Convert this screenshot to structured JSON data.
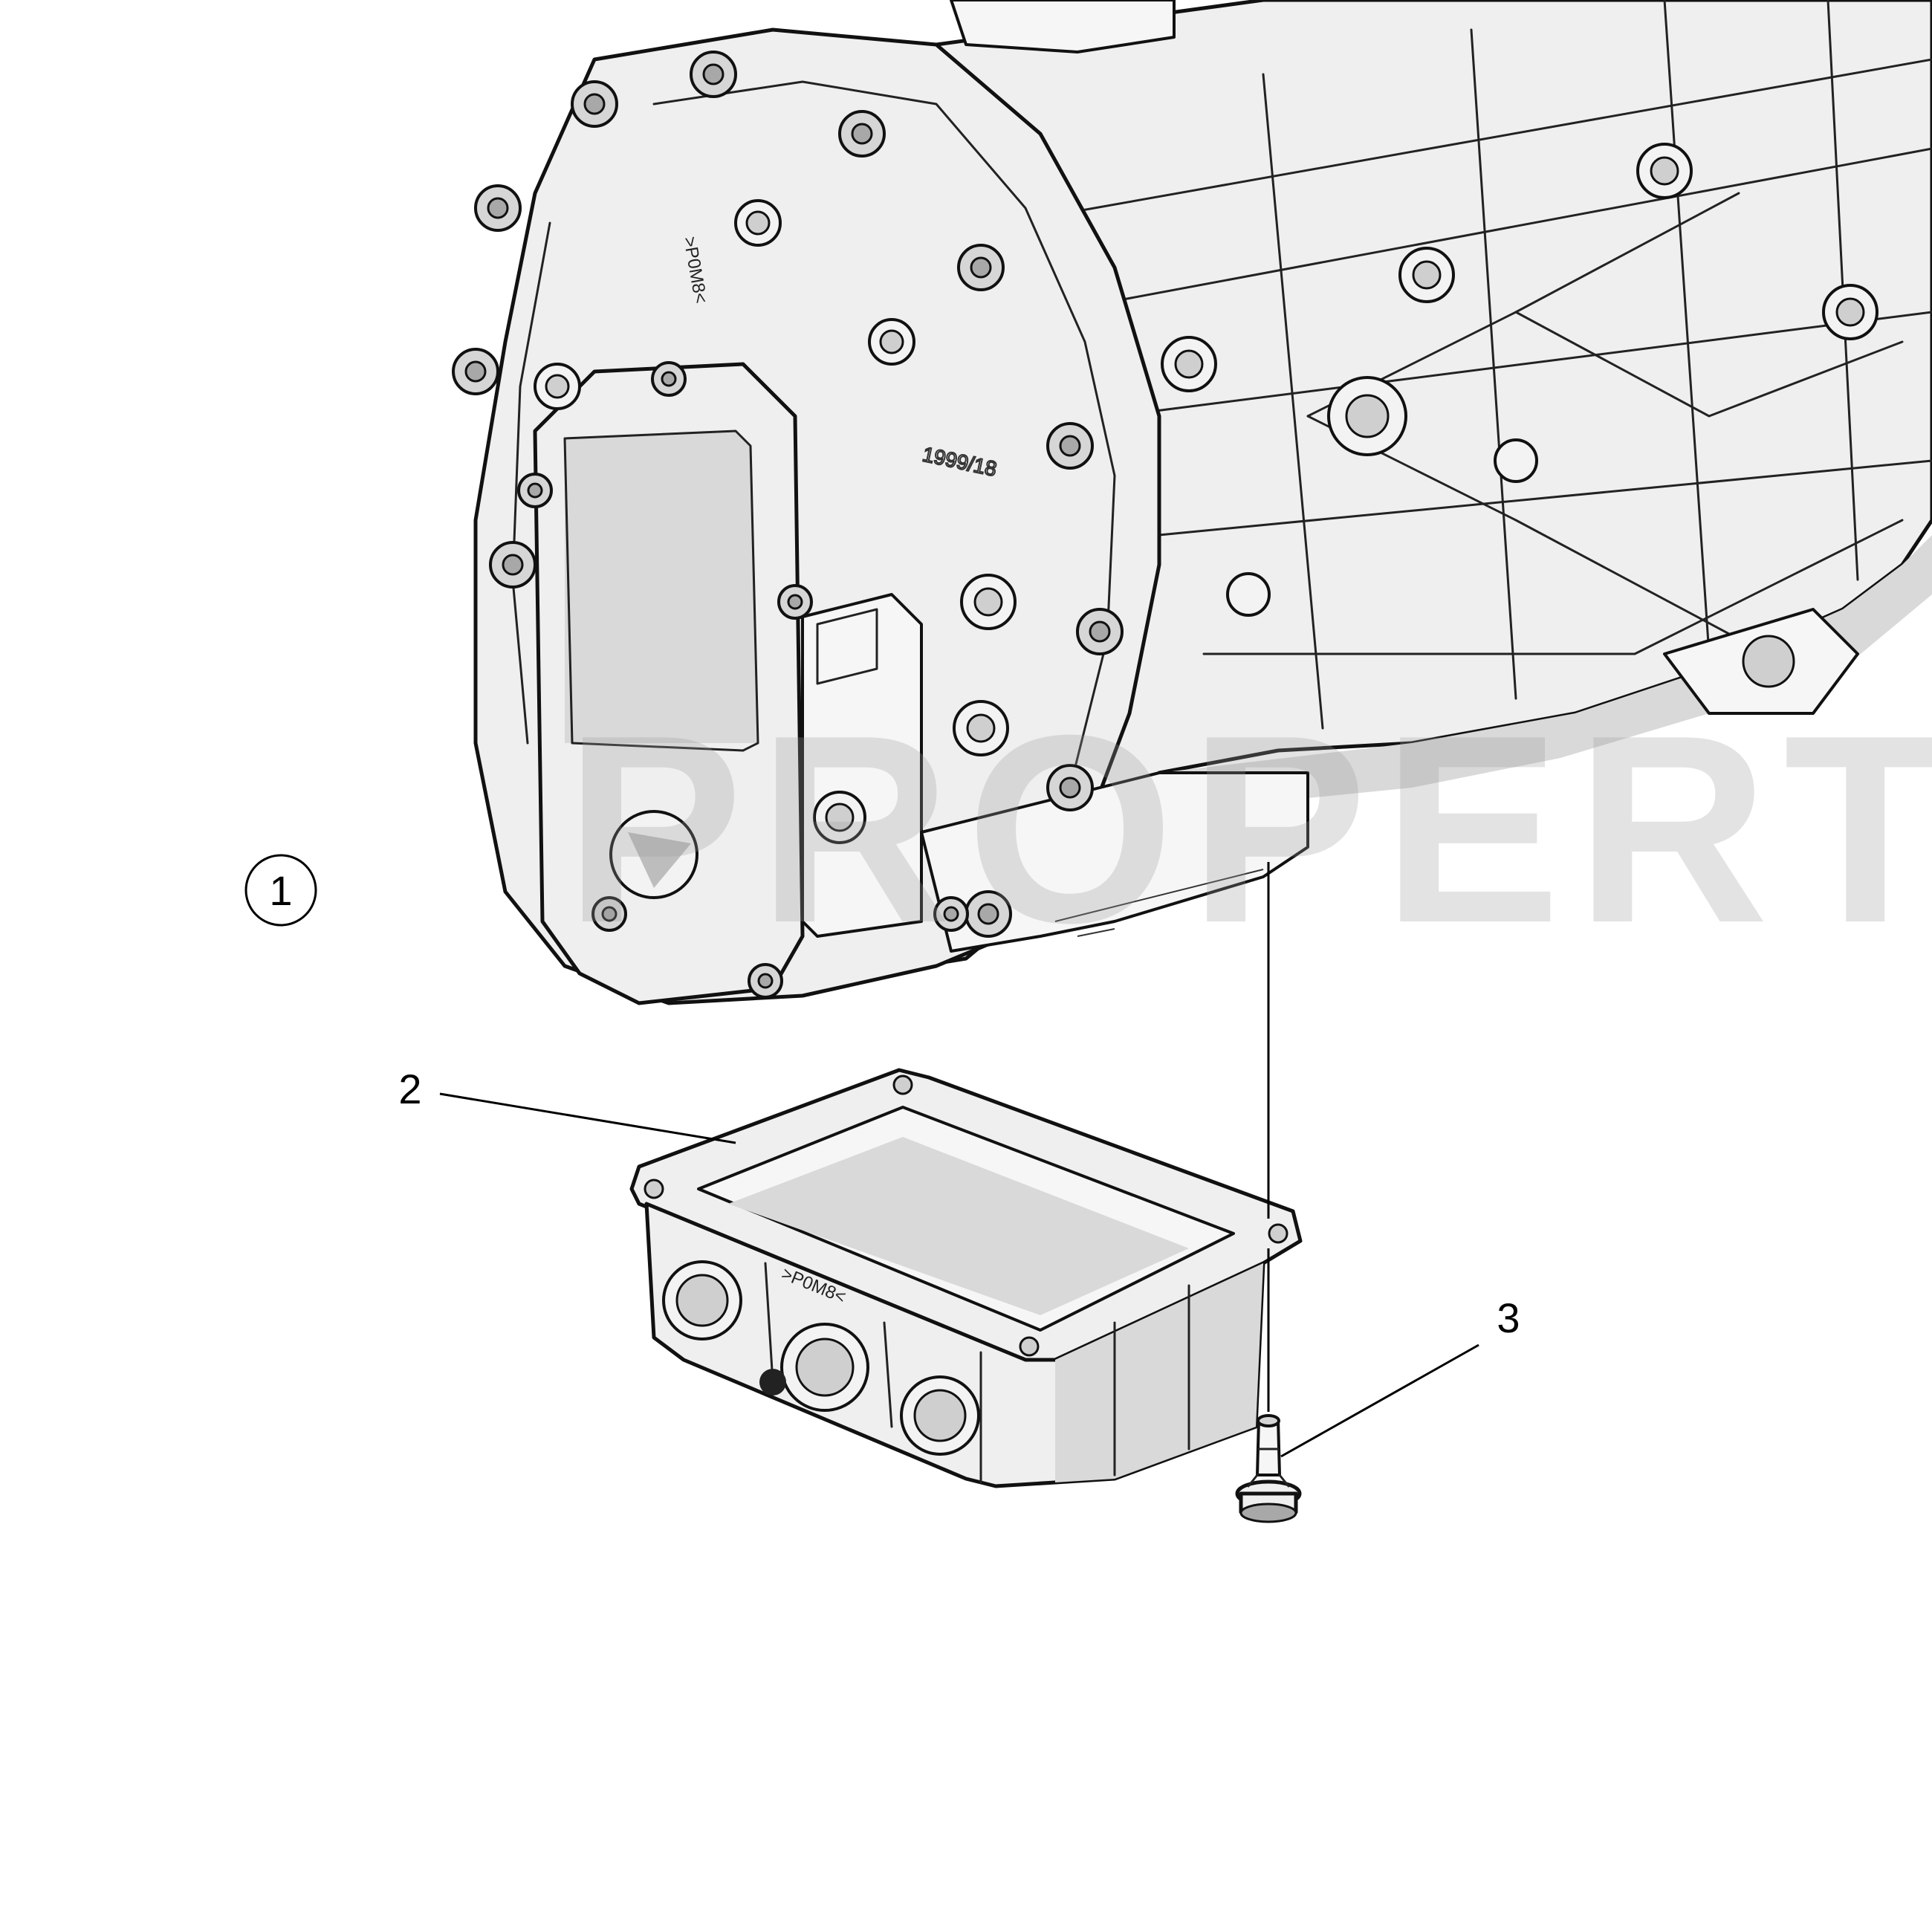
{
  "diagram": {
    "type": "exploded-parts-view",
    "callouts": [
      {
        "id": "1",
        "label": "1",
        "style": "circled"
      },
      {
        "id": "2",
        "label": "2",
        "style": "plain"
      },
      {
        "id": "3",
        "label": "3",
        "style": "plain"
      }
    ],
    "watermark": "PROPERTY",
    "colors": {
      "line": "#111111",
      "part_fill": "#efefef",
      "shade": "#d9d9d9",
      "background": "#ffffff"
    }
  }
}
